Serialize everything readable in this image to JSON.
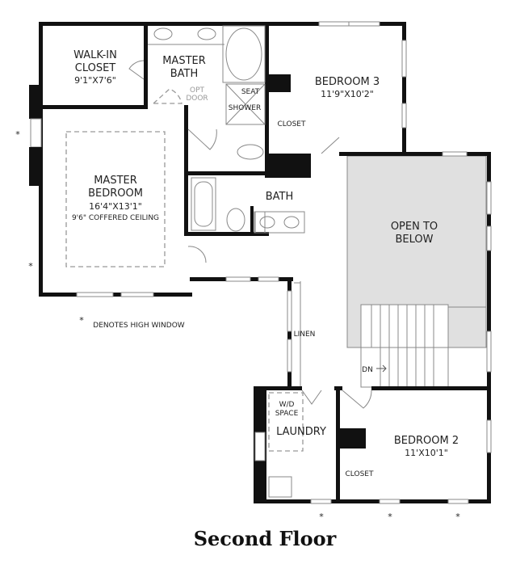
{
  "plan": {
    "title": "Second Floor",
    "rooms": {
      "walk_in_closet": {
        "name_1": "WALK-IN",
        "name_2": "CLOSET",
        "size": "9'1\"X7'6\""
      },
      "master_bath": {
        "name_1": "MASTER",
        "name_2": "BATH",
        "opt_1": "OPT",
        "opt_2": "DOOR",
        "seat": "SEAT",
        "shower": "SHOWER"
      },
      "bedroom_3": {
        "name": "BEDROOM 3",
        "size": "11'9\"X10'2\"",
        "closet": "CLOSET"
      },
      "bath": {
        "name": "BATH"
      },
      "master_bedroom": {
        "name_1": "MASTER",
        "name_2": "BEDROOM",
        "size": "16'4\"X13'1\"",
        "ceiling": "9'6\" COFFERED CEILING"
      },
      "open_to_below": {
        "line_1": "OPEN TO",
        "line_2": "BELOW"
      },
      "linen": "LINEN",
      "stairs": "DN",
      "laundry": {
        "wd_1": "W/D",
        "wd_2": "SPACE",
        "name": "LAUNDRY"
      },
      "bedroom_2": {
        "name": "BEDROOM 2",
        "size": "11'X10'1\"",
        "closet": "CLOSET"
      }
    },
    "legend": {
      "symbol": "*",
      "text": "DENOTES HIGH WINDOW"
    },
    "colors": {
      "wall": "#111111",
      "open_area": "#e0e0e0",
      "fixture": "#888888"
    }
  }
}
